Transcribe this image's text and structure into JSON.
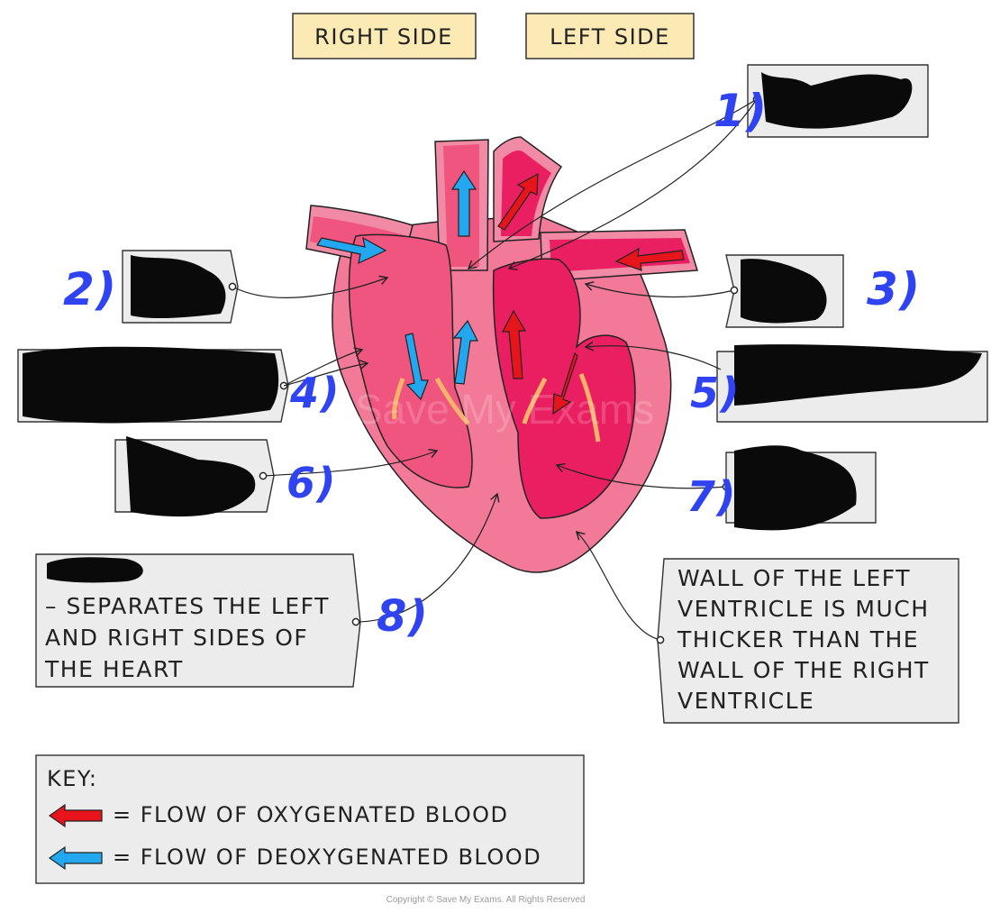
{
  "header": {
    "right_side": "RIGHT SIDE",
    "left_side": "LEFT SIDE"
  },
  "numbers": [
    "1)",
    "2)",
    "3)",
    "4)",
    "5)",
    "6)",
    "7)",
    "8)"
  ],
  "septum_box": {
    "line1": "– SEPARATES THE LEFT",
    "line2": "AND RIGHT SIDES OF",
    "line3": "THE HEART"
  },
  "wall_box": {
    "line1": "WALL OF THE LEFT",
    "line2": "VENTRICLE IS MUCH",
    "line3": "THICKER THAN THE",
    "line4": "WALL OF THE RIGHT",
    "line5": "VENTRICLE"
  },
  "key": {
    "title": "KEY:",
    "oxygenated": "= FLOW OF OXYGENATED BLOOD",
    "deoxygenated": "= FLOW OF DEOXYGENATED BLOOD"
  },
  "watermark": "Save My Exams",
  "copyright": "Copyright © Save My Exams. All Rights Reserved",
  "colors": {
    "label_fill": "#fbeab3",
    "box_fill": "#ececec",
    "heart_outer": "#f27a98",
    "heart_right": "#f0557f",
    "heart_left": "#ea1f62",
    "vessel_light": "#f08aa5",
    "valve": "#f5b36b",
    "oxygenated_arrow": "#e8141b",
    "deoxygenated_arrow": "#23a7ee",
    "number_ink": "#2f44f0",
    "redaction": "#0a0a0a"
  }
}
